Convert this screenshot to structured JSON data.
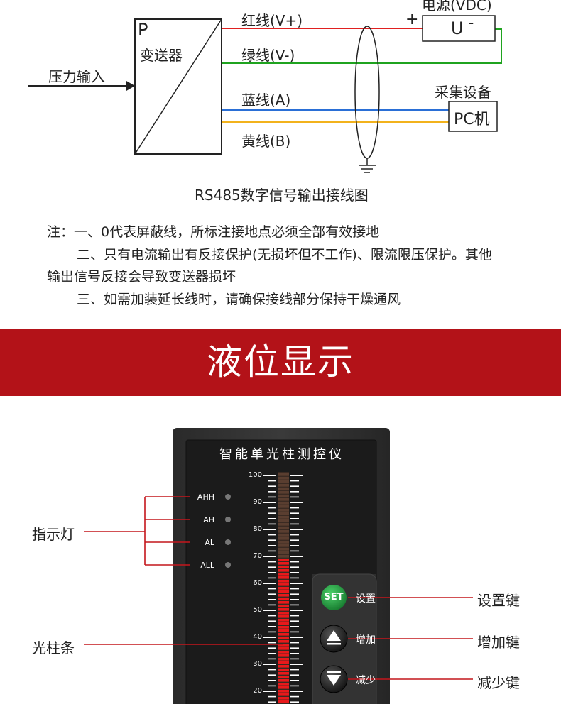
{
  "wiring": {
    "transmitter_letter": "P",
    "transmitter_label": "变送器",
    "pressure_input": "压力输入",
    "wire_red": "红线(V+)",
    "wire_green": "绿线(V-)",
    "wire_blue": "蓝线(A)",
    "wire_yellow": "黄线(B)",
    "power_label": "电源(VDC)",
    "power_plus": "+",
    "power_u": "U",
    "power_minus": "-",
    "collector_label": "采集设备",
    "pc_label": "PC机",
    "caption": "RS485数字信号输出接线图"
  },
  "notes": {
    "line1": "注：一、0代表屏蔽线，所标注接地点必须全部有效接地",
    "line2": "二、只有电流输出有反接保护(无损坏但不工作)、限流限压保护。其他",
    "line3": "输出信号反接会导致变送器损坏",
    "line4": "三、如需加装延长线时，请确保接线部分保持干燥通风"
  },
  "banner": {
    "title": "液位显示"
  },
  "device": {
    "title": "智能单光柱测控仪",
    "scale": [
      "100",
      "90",
      "80",
      "70",
      "60",
      "50",
      "40",
      "30",
      "20"
    ],
    "indicators": [
      "AHH",
      "AH",
      "AL",
      "ALL"
    ],
    "bar_level_percent": 70,
    "set_button": "SET",
    "set_label": "设置",
    "up_label": "增加",
    "down_label": "减少"
  },
  "callouts": {
    "indicator_lights": "指示灯",
    "bar": "光柱条",
    "set_key": "设置键",
    "up_key": "增加键",
    "down_key": "减少键"
  },
  "colors": {
    "banner_red": "#b31218",
    "wire_red": "#e02020",
    "wire_green": "#1fa31f",
    "wire_blue": "#2a6fd6",
    "wire_yellow": "#f2b21c",
    "bar_red": "#e8191b",
    "set_green": "#1f9e3e"
  }
}
